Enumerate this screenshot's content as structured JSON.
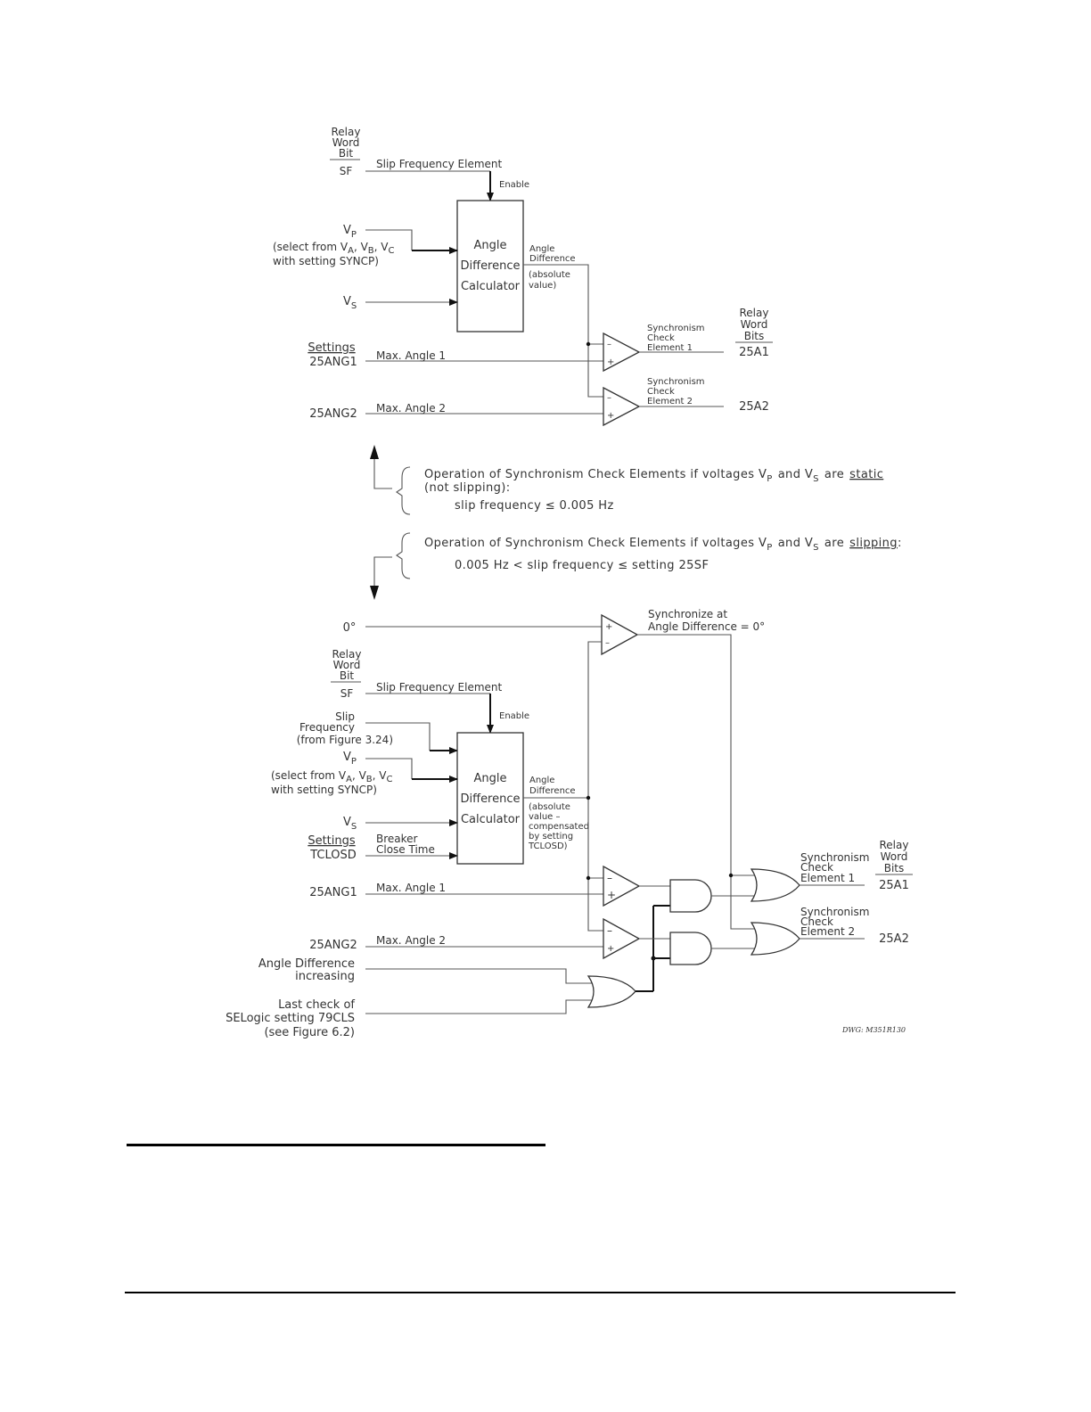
{
  "top": {
    "rwb": [
      "Relay",
      "Word",
      "Bit"
    ],
    "sf": "SF",
    "slip_elem": "Slip Frequency Element",
    "enable": "Enable",
    "calc": [
      "Angle",
      "Difference",
      "Calculator"
    ],
    "vp": "V",
    "vp_sub": "P",
    "select": "(select from V",
    "sub_a": "A",
    "sub_b": "B",
    "sub_c": "C",
    "comma": ", V",
    "syncp": "with setting SYNCP)",
    "vs": "V",
    "vs_sub": "S",
    "angdiff": [
      "Angle",
      "Difference"
    ],
    "absval": [
      "(absolute",
      "value)"
    ],
    "settings": "Settings",
    "ang1": "25ANG1",
    "max1": "Max. Angle 1",
    "ang2": "25ANG2",
    "max2": "Max. Angle 2",
    "sync1": [
      "Synchronism",
      "Check",
      "Element 1"
    ],
    "sync2": [
      "Synchronism",
      "Check",
      "Element 2"
    ],
    "rwbs": [
      "Relay",
      "Word",
      "Bits"
    ],
    "out1": "25A1",
    "out2": "25A2"
  },
  "notes": {
    "static_text": "Operation of Synchronism Check Elements if voltages V",
    "static_and": "and V",
    "static_are": "are",
    "static_word": "static",
    "static_line2": "(not slipping):",
    "static_line3": "slip frequency ≤ 0.005 Hz",
    "slip_text": "Operation of Synchronism Check Elements if voltages V",
    "slip_and": "and V",
    "slip_are": "are",
    "slip_word": "slipping",
    "slip_colon": ":",
    "slip_line2": "0.005 Hz < slip frequency ≤ setting 25SF",
    "sub_p": "P",
    "sub_s": "S"
  },
  "bottom": {
    "zero": "0°",
    "sync_at": [
      "Synchronize at",
      "Angle Difference = 0°"
    ],
    "rwb": [
      "Relay",
      "Word",
      "Bit"
    ],
    "sf": "SF",
    "slip_elem": "Slip Frequency Element",
    "enable": "Enable",
    "slipfreq": [
      "Slip",
      "Frequency",
      "(from Figure 3.24)"
    ],
    "vp": "V",
    "vp_sub": "P",
    "select": "(select from V",
    "sub_a": "A",
    "sub_b": "B",
    "sub_c": "C",
    "comma": ", V",
    "syncp": "with setting SYNCP)",
    "vs": "V",
    "vs_sub": "S",
    "calc": [
      "Angle",
      "Difference",
      "Calculator"
    ],
    "angdiff": [
      "Angle",
      "Difference"
    ],
    "comp": [
      "(absolute",
      "value –",
      "compensated",
      "by setting",
      "TCLOSD)"
    ],
    "settings": "Settings",
    "tclosd": "TCLOSD",
    "breaker": [
      "Breaker",
      "Close Time"
    ],
    "ang1": "25ANG1",
    "max1": "Max. Angle 1",
    "ang2": "25ANG2",
    "max2": "Max. Angle 2",
    "incr": [
      "Angle Difference",
      "increasing"
    ],
    "last": [
      "Last check of",
      "SELogic setting 79CLS",
      "(see Figure 6.2)"
    ],
    "sync1": [
      "Synchronism",
      "Check",
      "Element 1"
    ],
    "sync2": [
      "Synchronism",
      "Check",
      "Element 2"
    ],
    "rwbs": [
      "Relay",
      "Word",
      "Bits"
    ],
    "out1": "25A1",
    "out2": "25A2",
    "dwg": "DWG: M351R130"
  }
}
